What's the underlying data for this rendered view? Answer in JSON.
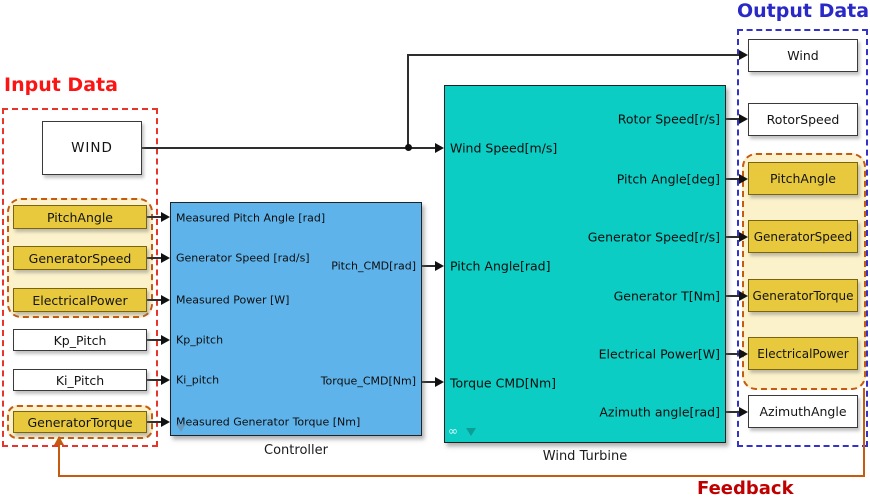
{
  "annotations": {
    "input_data": "Input Data",
    "output_data": "Output Data",
    "feedback": "Feedback"
  },
  "input_blocks": [
    {
      "label": "WIND"
    },
    {
      "label": "PitchAngle"
    },
    {
      "label": "GeneratorSpeed"
    },
    {
      "label": "ElectricalPower"
    },
    {
      "label": "Kp_Pitch"
    },
    {
      "label": "Ki_Pitch"
    },
    {
      "label": "GeneratorTorque"
    }
  ],
  "controller": {
    "caption": "Controller",
    "inputs": [
      "Measured Pitch Angle [rad]",
      "Generator Speed [rad/s]",
      "Measured Power [W]",
      "Kp_pitch",
      "Ki_pitch",
      "Measured Generator Torque [Nm]"
    ],
    "outputs": [
      "Pitch_CMD[rad]",
      "Torque_CMD[Nm]"
    ]
  },
  "turbine": {
    "caption": "Wind Turbine",
    "inputs": [
      "Wind Speed[m/s]",
      "Pitch Angle[rad]",
      "Torque CMD[Nm]"
    ],
    "outputs": [
      "Rotor Speed[r/s]",
      "Pitch Angle[deg]",
      "Generator Speed[r/s]",
      "Generator T[Nm]",
      "Electrical Power[W]",
      "Azimuth angle[rad]"
    ]
  },
  "output_blocks": [
    {
      "label": "Wind"
    },
    {
      "label": "RotorSpeed"
    },
    {
      "label": "PitchAngle"
    },
    {
      "label": "GeneratorSpeed"
    },
    {
      "label": "GeneratorTorque"
    },
    {
      "label": "ElectricalPower"
    },
    {
      "label": "AzimuthAngle"
    }
  ],
  "icons": {
    "turbine_badge": "link-and-download",
    "controller_badge": "download-arrow"
  },
  "colors": {
    "controller_fill": "#5FB3EB",
    "turbine_fill": "#0BCDC4",
    "signal_block_yellow": "#E8C93E",
    "group_highlight_fill": "#FBF1CB",
    "group_dash_orange": "#C55A11",
    "input_box_dash_red": "#E8352C",
    "output_box_dash_blue": "#3333CC",
    "input_title_red": "#FA1414",
    "feedback_title_red": "#C00000",
    "feedback_line_orange": "#C55A11",
    "wire_black": "#2e2e2e"
  }
}
